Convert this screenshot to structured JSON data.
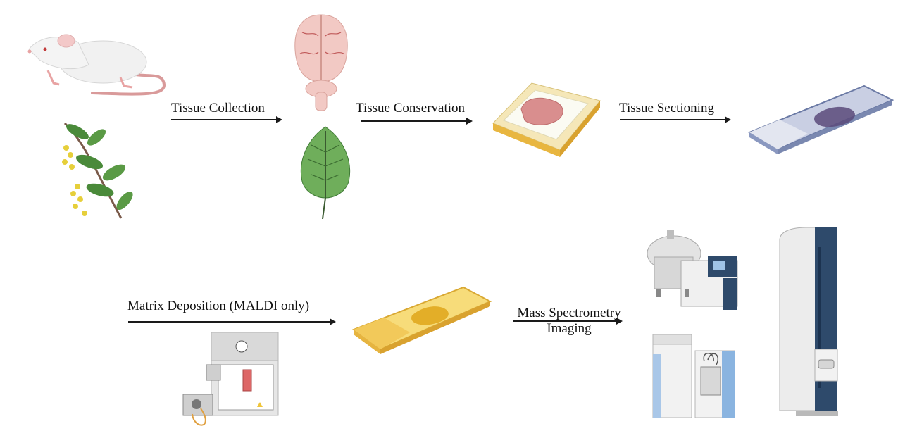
{
  "steps": {
    "tissue_collection": "Tissue Collection",
    "tissue_conservation": "Tissue Conservation",
    "tissue_sectioning": "Tissue Sectioning",
    "matrix_deposition": "Matrix Deposition (MALDI only)",
    "msi_line1": "Mass Spectrometry",
    "msi_line2": "Imaging"
  },
  "icons": {
    "mouse": "mouse-icon",
    "plant": "plant-branch-icon",
    "brain": "brain-icon",
    "leaf": "leaf-icon",
    "cassette": "embedding-cassette-icon",
    "slide": "microscope-slide-icon",
    "sprayer": "matrix-sprayer-icon",
    "coated_slide": "matrix-coated-slide-icon",
    "instruments": [
      "mass-spectrometer-icon",
      "mass-spectrometer-icon",
      "mass-spectrometer-icon"
    ]
  },
  "colors": {
    "arrow": "#1a1a1a",
    "brain": "#f2c9c4",
    "leaf": "#6fae5b",
    "matrix": "#f0c53a",
    "tissue_section": "#5b4a7a",
    "instrument_blue": "#2e4a6b"
  }
}
